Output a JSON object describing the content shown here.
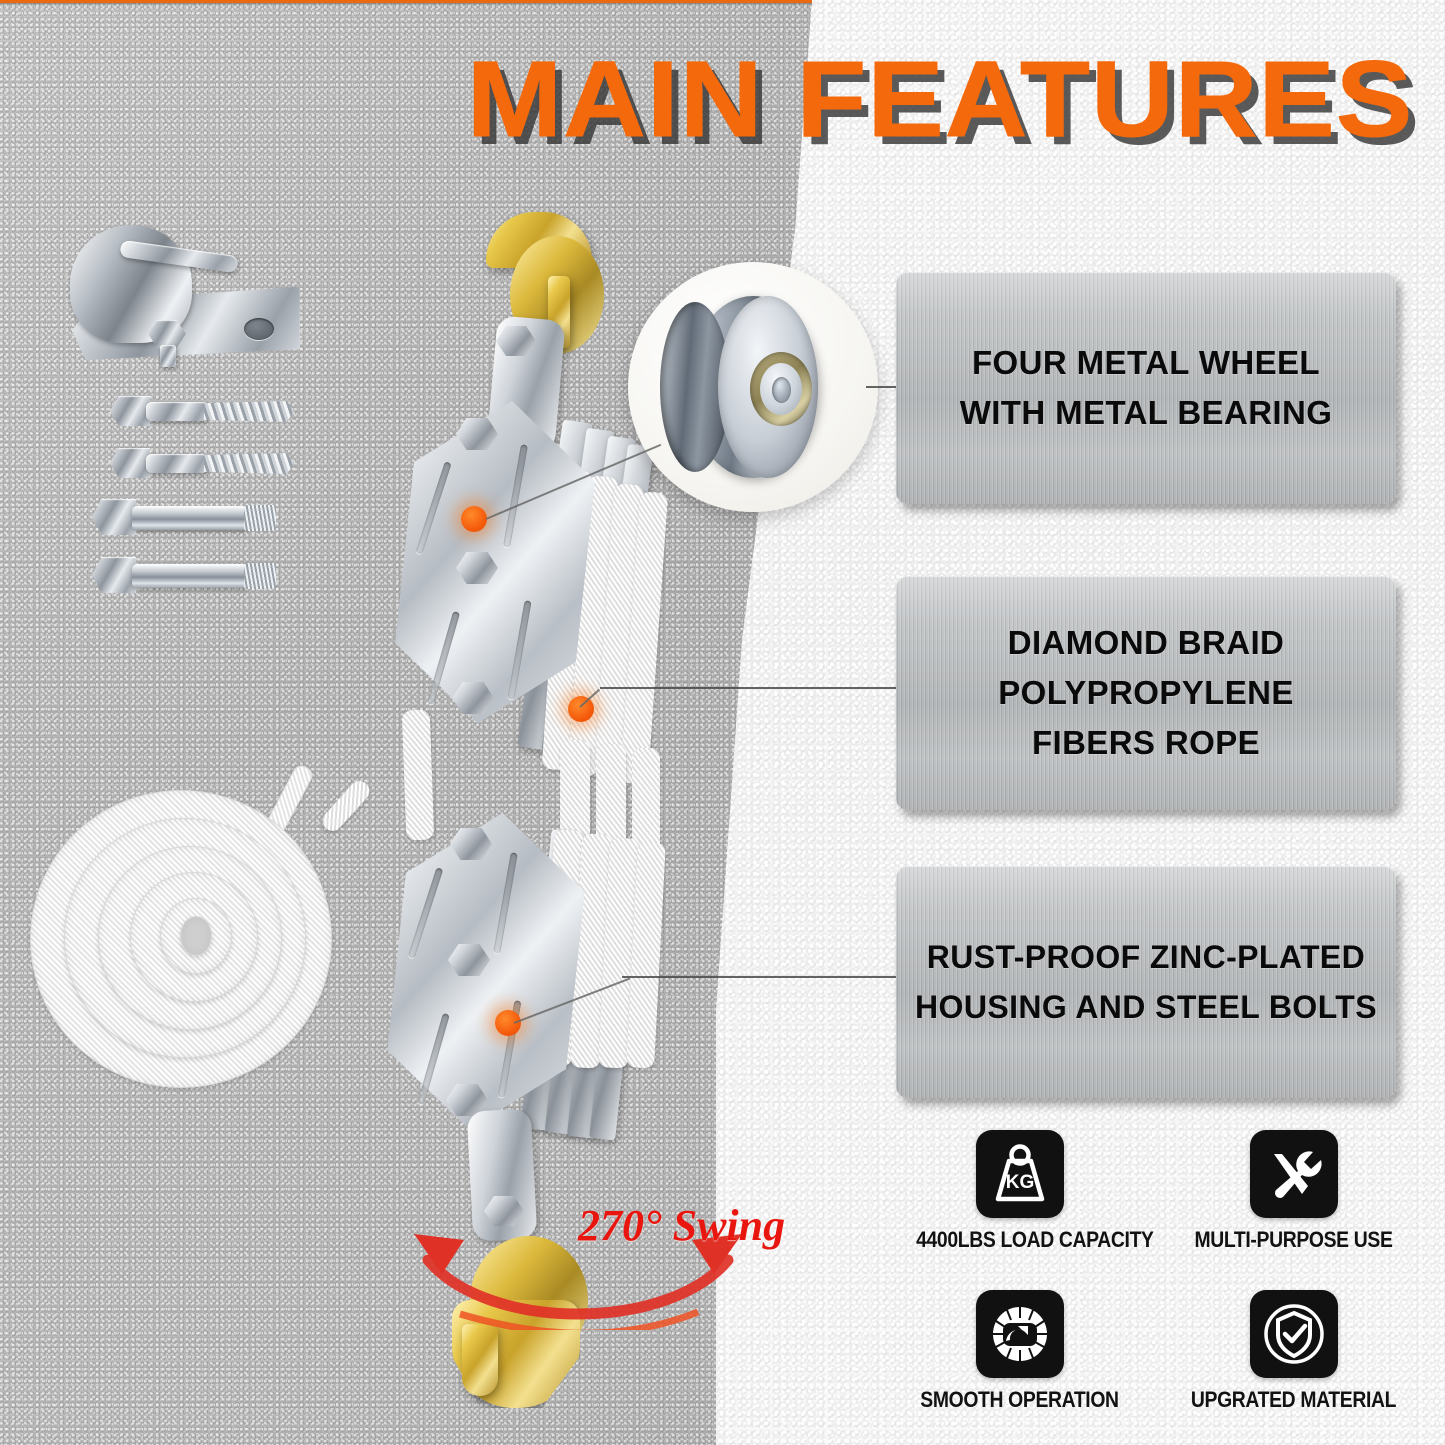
{
  "header": {
    "title": "MAIN FEATURES",
    "title_color": "#f4690c",
    "accent_bar_color": "#eb6a10"
  },
  "callouts": [
    {
      "id": "four-metal-wheel",
      "lines": [
        "FOUR METAL WHEEL",
        "WITH METAL BEARING"
      ]
    },
    {
      "id": "diamond-braid-rope",
      "lines": [
        "DIAMOND BRAID",
        "POLYPROPYLENE",
        "FIBERS ROPE"
      ]
    },
    {
      "id": "rust-proof-housing",
      "lines": [
        "RUST-PROOF ZINC-PLATED",
        "HOUSING AND STEEL BOLTS"
      ]
    }
  ],
  "annotations": {
    "swing_label": "270° Swing",
    "swing_color": "#e8160f"
  },
  "badges": [
    {
      "icon": "kg-weight-icon",
      "label": "4400LBS LOAD CAPACITY",
      "icon_text": "KG"
    },
    {
      "icon": "tools-icon",
      "label": "MULTI-PURPOSE USE",
      "icon_text": ""
    },
    {
      "icon": "gear-arrow-icon",
      "label": "SMOOTH OPERATION",
      "icon_text": ""
    },
    {
      "icon": "shield-check-icon",
      "label": "UPGRATED MATERIAL",
      "icon_text": ""
    }
  ],
  "product": {
    "wheel_inset": "metal-sheave-wheel-with-bearing",
    "upper_block": "four-sheave-pulley-block-with-gold-swivel-hook",
    "lower_block": "four-sheave-pulley-block-with-gold-swivel-hook",
    "rope_coil": "white-diamond-braid-polypropylene-rope-coil",
    "hardware": [
      "mounting-bracket-with-shackle",
      "lag-screw",
      "lag-screw",
      "expansion-anchor-bolt",
      "expansion-anchor-bolt"
    ]
  },
  "colors": {
    "gray_wall": "#b4b4b4",
    "white_wall": "#f6f6f6",
    "panel_metal": "#b3b6b8",
    "dot_orange": "#f4590a"
  }
}
